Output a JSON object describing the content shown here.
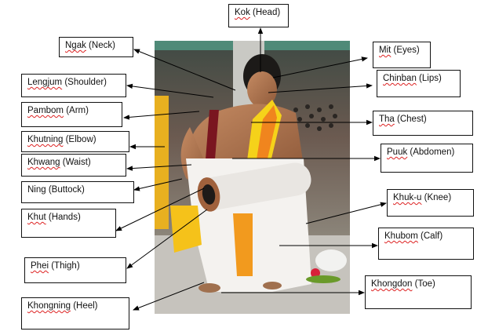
{
  "labels": [
    {
      "id": "head",
      "name": "Kok",
      "gloss": "(Head)",
      "spell": true
    },
    {
      "id": "neck",
      "name": "Ngak",
      "gloss": "(Neck)",
      "spell": true
    },
    {
      "id": "eyes",
      "name": "Mit",
      "gloss": "(Eyes)",
      "spell": true
    },
    {
      "id": "shoulder",
      "name": "Lengjum",
      "gloss": "(Shoulder)",
      "spell": true
    },
    {
      "id": "lips",
      "name": "Chinban",
      "gloss": "(Lips)",
      "spell": true
    },
    {
      "id": "arm",
      "name": "Pambom",
      "gloss": "(Arm)",
      "spell": true
    },
    {
      "id": "chest",
      "name": "Tha",
      "gloss": "(Chest)",
      "spell": true
    },
    {
      "id": "elbow",
      "name": "Khutning",
      "gloss": "(Elbow)",
      "spell": true
    },
    {
      "id": "abdomen",
      "name": "Puuk",
      "gloss": "(Abdomen)",
      "spell": true
    },
    {
      "id": "waist",
      "name": "Khwang",
      "gloss": "(Waist)",
      "spell": true
    },
    {
      "id": "buttock",
      "name": "Ning",
      "gloss": "(Buttock)",
      "spell": false
    },
    {
      "id": "hands",
      "name": "Khut",
      "gloss": "(Hands)",
      "spell": true
    },
    {
      "id": "knee",
      "name": "Khuk-u",
      "gloss": "(Knee)",
      "spell": true
    },
    {
      "id": "calf",
      "name": "Khubom",
      "gloss": "(Calf)",
      "spell": true
    },
    {
      "id": "thigh",
      "name": "Phei",
      "gloss": "(Thigh)",
      "spell": true
    },
    {
      "id": "toe",
      "name": "Khongdon",
      "gloss": "(Toe)",
      "spell": true
    },
    {
      "id": "heel",
      "name": "Khongning",
      "gloss": "(Heel)",
      "spell": true
    }
  ],
  "colors": {
    "line": "#000000",
    "spellcheck": "#dd2222"
  }
}
